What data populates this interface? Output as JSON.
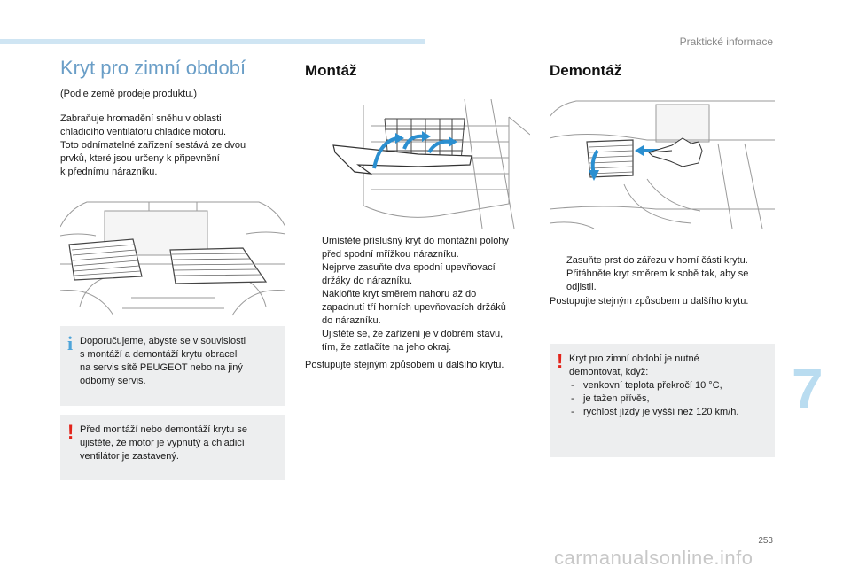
{
  "header": {
    "section": "Praktické informace",
    "chapter": "7"
  },
  "footer": {
    "page_number": "253",
    "watermark": "carmanualsonline.info"
  },
  "col1": {
    "title": "Kryt pro zimní období",
    "note": "(Podle země prodeje produktu.)",
    "body": [
      "Zabraňuje hromadění sněhu v oblasti",
      "chladicího ventilátoru chladiče motoru.",
      "Toto odnímatelné zařízení sestává ze dvou",
      "prvků, které jsou určeny k připevnění",
      "k přednímu nárazníku."
    ],
    "info_box": {
      "icon": "i",
      "lines": [
        "Doporučujeme, abyste se v souvislosti",
        "s montáží a demontáží krytu obraceli",
        "na servis sítě PEUGEOT nebo na jiný",
        "odborný servis."
      ]
    },
    "warn_box": {
      "icon": "!",
      "lines": [
        "Před montáží nebo demontáží krytu se",
        "ujistěte, že motor je vypnutý a chladicí",
        "ventilátor je zastavený."
      ]
    }
  },
  "col2": {
    "title": "Montáž",
    "bullet_mark": "",
    "bullets": [
      [
        "Umístěte příslušný kryt do montážní polohy",
        "před spodní mřížkou nárazníku."
      ],
      [
        "Nejprve zasuňte dva spodní upevňovací",
        "držáky do nárazníku."
      ],
      [
        "Nakloňte kryt směrem nahoru až do",
        "zapadnutí tří horních upevňovacích držáků",
        "do nárazníku."
      ],
      [
        "Ujistěte se, že zařízení je v dobrém stavu,",
        "tím, že zatlačíte na jeho okraj."
      ]
    ],
    "footer": "Postupujte stejným způsobem u dalšího krytu."
  },
  "col3": {
    "title": "Demontáž",
    "bullet_mark": "",
    "bullets": [
      [
        "Zasuňte prst do zářezu v horní části krytu."
      ],
      [
        "Přitáhněte kryt směrem k sobě tak, aby se",
        "odjistil."
      ]
    ],
    "footer": "Postupujte stejným způsobem u dalšího krytu.",
    "warn_box": {
      "icon": "!",
      "intro": [
        "Kryt pro zimní období je nutné",
        "demontovat, když:"
      ],
      "dash_mark": "-",
      "items": [
        "venkovní teplota překročí 10 °C,",
        "je tažen přívěs,",
        "rychlost jízdy je vyšší než 120 km/h."
      ]
    }
  },
  "colors": {
    "title_blue": "#6a9ec7",
    "accent_blue": "#2b8fd0",
    "warn_red": "#e2231a",
    "box_grey": "#edeeef"
  }
}
